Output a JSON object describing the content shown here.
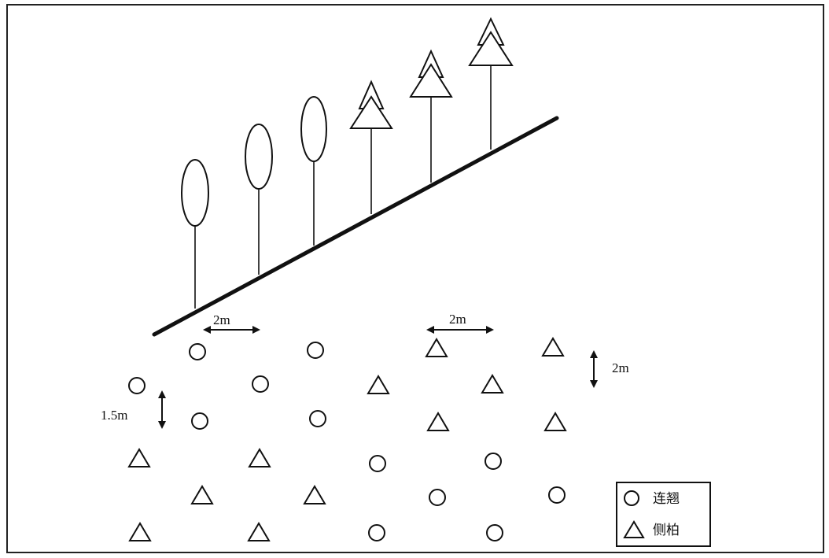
{
  "labels": {
    "spacing_h_1": "2m",
    "spacing_h_2": "2m",
    "spacing_v_1": "2m",
    "spacing_v_2": "1.5m"
  },
  "legend": {
    "circle_label": "连翘",
    "triangle_label": "侧柏"
  },
  "colors": {
    "stroke": "#111111",
    "background": "#ffffff"
  },
  "icons": {
    "circle": "circle-icon",
    "triangle": "triangle-icon"
  }
}
